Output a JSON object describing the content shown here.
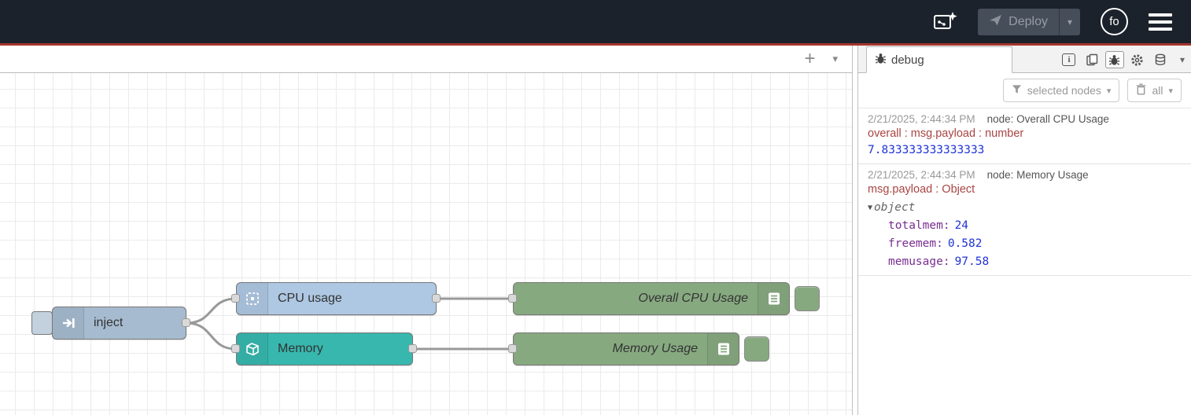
{
  "header": {
    "deploy": {
      "label": "Deploy"
    },
    "user": {
      "initials": "fo"
    }
  },
  "flow": {
    "inject_node": {
      "label": "inject"
    },
    "cpu_node": {
      "label": "CPU usage"
    },
    "memory_node": {
      "label": "Memory"
    },
    "overall_cpu_debug_node": {
      "label": "Overall CPU Usage"
    },
    "memory_debug_node": {
      "label": "Memory Usage"
    }
  },
  "debug_sidebar": {
    "tab_label": "debug",
    "filter_label": "selected nodes",
    "clear_label": "all",
    "messages": [
      {
        "timestamp": "2/21/2025, 2:44:34 PM",
        "source": "node: Overall CPU Usage",
        "path": "overall : msg.payload : number",
        "value": "7.833333333333333"
      },
      {
        "timestamp": "2/21/2025, 2:44:34 PM",
        "source": "node: Memory Usage",
        "path": "msg.payload : Object",
        "type_label": "object",
        "entries": [
          {
            "key": "totalmem:",
            "value": "24"
          },
          {
            "key": "freemem:",
            "value": "0.582"
          },
          {
            "key": "memusage:",
            "value": "97.58"
          }
        ]
      }
    ]
  },
  "colors": {
    "header_bg": "#1c222b",
    "header_underline": "#a5352d",
    "inject_node": "#a6bbcf",
    "cpu_node": "#aec7e2",
    "memory_node": "#37b7ae",
    "debug_node": "#87a980",
    "wire": "#999999",
    "debug_path_text": "#a94442",
    "debug_value_text": "#2033d6",
    "debug_key_text": "#792e90"
  }
}
